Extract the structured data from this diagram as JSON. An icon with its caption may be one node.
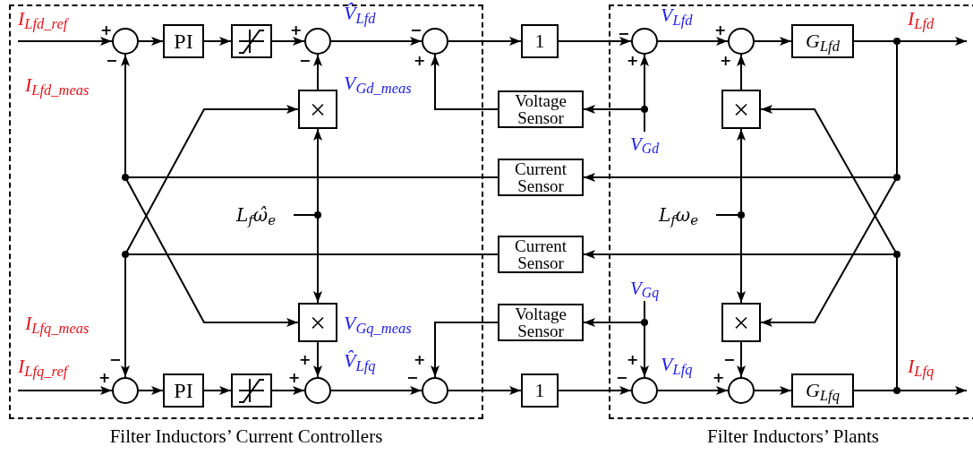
{
  "diagram": {
    "nodes": [
      {
        "text": [
          "Filter Inductors’ Current Controllers"
        ]
      },
      {
        "text": [
          "Filter Inductors’ Plants"
        ]
      },
      {
        "text": [],
        "shape": "circle",
        "in": 0,
        "beside": [
          "+",
          "−"
        ]
      },
      {
        "text": [
          "PI"
        ],
        "in": 0
      },
      {
        "text": [],
        "shape": "box",
        "in": 0
      },
      {
        "text": [],
        "shape": "circle",
        "in": 0,
        "beside": [
          "+",
          "−"
        ]
      },
      {
        "text": [],
        "shape": "circle",
        "in": 0,
        "beside": [
          "−",
          "+"
        ]
      },
      {
        "text": [
          "1"
        ]
      },
      {
        "text": [],
        "shape": "circle",
        "in": 1,
        "beside": [
          "−",
          "+"
        ]
      },
      {
        "text": [],
        "shape": "circle",
        "in": 1,
        "beside": [
          "+",
          "+"
        ]
      },
      {
        "text": [
          "G$_{Lfd}$"
        ],
        "in": 1
      },
      {
        "text": [
          "×"
        ],
        "in": 0
      },
      {
        "text": [
          "×"
        ],
        "in": 1
      },
      {
        "text": [
          "Voltage Sensor"
        ]
      },
      {
        "text": [
          "Current Sensor"
        ]
      },
      {
        "text": [
          "Current Sensor"
        ]
      },
      {
        "text": [
          "Voltage Sensor"
        ]
      },
      {
        "text": [
          "×"
        ],
        "in": 0
      },
      {
        "text": [
          "×"
        ],
        "in": 1
      },
      {
        "text": [],
        "shape": "circle",
        "in": 0,
        "beside": [
          "−",
          "+"
        ]
      },
      {
        "text": [
          "PI"
        ],
        "in": 0
      },
      {
        "text": [],
        "shape": "box",
        "in": 0
      },
      {
        "text": [],
        "shape": "circle",
        "in": 0,
        "beside": [
          "+",
          "+"
        ]
      },
      {
        "text": [],
        "shape": "circle",
        "in": 0,
        "beside": [
          "+",
          "−"
        ]
      },
      {
        "text": [
          "1"
        ]
      },
      {
        "text": [],
        "shape": "circle",
        "in": 1,
        "beside": [
          "+",
          "−"
        ]
      },
      {
        "text": [],
        "shape": "circle",
        "in": 1,
        "beside": [
          "−",
          "+"
        ]
      },
      {
        "text": [
          "G$_{Lfq}$"
        ],
        "in": 1
      },
      {
        "text": [
          "V$_{Gd}$"
        ],
        "in": 1
      },
      {
        "text": [
          "V$_{Gq}$"
        ],
        "in": 1
      },
      {
        "text": [
          "L$_{f}$ω̂$_{e}$"
        ],
        "in": 0
      },
      {
        "text": [
          "L$_{f}$ω$_{e}$"
        ],
        "in": 1
      }
    ],
    "edges": [
      {
        "from": null,
        "to": 2,
        "arrow": "to",
        "label": "I$_{Lfd_ref}$"
      },
      {
        "from": 2,
        "to": 3,
        "arrow": "to"
      },
      {
        "from": 3,
        "to": 4,
        "arrow": "to"
      },
      {
        "from": 4,
        "to": 5,
        "arrow": "to"
      },
      {
        "from": 5,
        "to": 6,
        "arrow": "to",
        "label": "V̂$_{Lfd}$"
      },
      {
        "from": 6,
        "to": 7,
        "arrow": "to"
      },
      {
        "from": 7,
        "to": 8,
        "arrow": "to"
      },
      {
        "from": 8,
        "to": 9,
        "arrow": "to",
        "label": "V$_{Lfd}$"
      },
      {
        "from": 9,
        "to": 10,
        "arrow": "to"
      },
      {
        "from": 10,
        "to": null,
        "arrow": "to",
        "label": "I$_{Lfd}$"
      },
      {
        "from": 11,
        "to": 5,
        "arrow": "to"
      },
      {
        "from": 12,
        "to": 9,
        "arrow": "to"
      },
      {
        "from": 13,
        "to": 6,
        "arrow": "to",
        "label": "V$_{Gd_meas}$"
      },
      {
        "from": 14,
        "to": 2,
        "arrow": "to",
        "label": "I$_{Lfd_meas}$"
      },
      {
        "from": 14,
        "to": 17,
        "arrow": "to"
      },
      {
        "from": 15,
        "to": 19,
        "arrow": "to",
        "label": "I$_{Lfq_meas}$"
      },
      {
        "from": 15,
        "to": 11,
        "arrow": "to"
      },
      {
        "from": 30,
        "to": 11,
        "arrow": "to"
      },
      {
        "from": 30,
        "to": 17,
        "arrow": "to"
      },
      {
        "from": 17,
        "to": 22,
        "arrow": "to"
      },
      {
        "from": null,
        "to": 19,
        "arrow": "to",
        "label": "I$_{Lfq_ref}$"
      },
      {
        "from": 19,
        "to": 20,
        "arrow": "to"
      },
      {
        "from": 20,
        "to": 21,
        "arrow": "to"
      },
      {
        "from": 21,
        "to": 22,
        "arrow": "to"
      },
      {
        "from": 22,
        "to": 23,
        "arrow": "to",
        "label": "V̂$_{Lfq}$"
      },
      {
        "from": 23,
        "to": 24,
        "arrow": "to"
      },
      {
        "from": 24,
        "to": 25,
        "arrow": "to"
      },
      {
        "from": 25,
        "to": 26,
        "arrow": "to",
        "label": "V$_{Lfq}$"
      },
      {
        "from": 26,
        "to": 27,
        "arrow": "to"
      },
      {
        "from": 27,
        "to": null,
        "arrow": "to",
        "label": "I$_{Lfq}$"
      },
      {
        "from": 16,
        "to": 23,
        "arrow": "to",
        "label": "V$_{Gq_meas}$"
      },
      {
        "from": 28,
        "to": 8,
        "arrow": "to"
      },
      {
        "from": 28,
        "to": 13,
        "arrow": "to"
      },
      {
        "from": 29,
        "to": 25,
        "arrow": "to"
      },
      {
        "from": 29,
        "to": 16,
        "arrow": "to"
      },
      {
        "from": 31,
        "to": 12,
        "arrow": "to"
      },
      {
        "from": 31,
        "to": 18,
        "arrow": "to"
      },
      {
        "from": 18,
        "to": 26,
        "arrow": "to"
      },
      {
        "from": 10,
        "to": 14,
        "arrow": "to"
      },
      {
        "from": 10,
        "to": 18,
        "arrow": "to"
      },
      {
        "from": 27,
        "to": 15,
        "arrow": "to"
      },
      {
        "from": 27,
        "to": 12,
        "arrow": "to"
      }
    ]
  }
}
